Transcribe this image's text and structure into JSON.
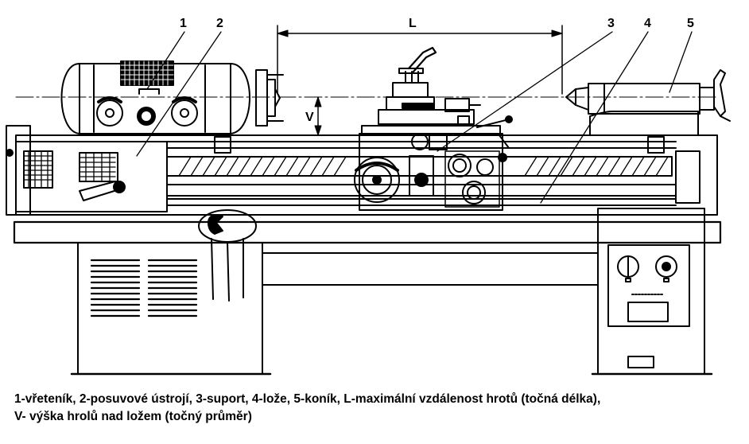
{
  "labels": {
    "n1": "1",
    "n2": "2",
    "n3": "3",
    "n4": "4",
    "n5": "5",
    "L": "L",
    "V": "V"
  },
  "caption": {
    "line1": "1-vřeteník, 2-posuvové ústrojí, 3-suport, 4-lože, 5-koník, L-maximální vzdálenost hrotů (točná délka),",
    "line2": "V- výška hrolů nad ložem (točný průměr)"
  }
}
